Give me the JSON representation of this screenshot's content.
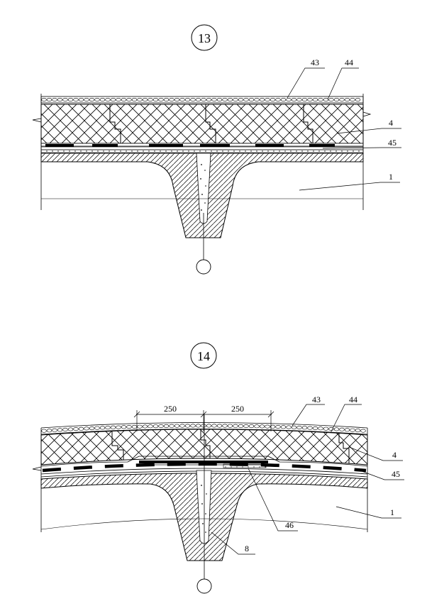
{
  "diagram": {
    "detail_13": {
      "number": "13",
      "labels": {
        "l43": "43",
        "l44": "44",
        "l4": "4",
        "l45": "45",
        "l1": "1"
      }
    },
    "detail_14": {
      "number": "14",
      "labels": {
        "l43": "43",
        "l44": "44",
        "l4": "4",
        "l45": "45",
        "l1": "1",
        "l46": "46",
        "l8": "8"
      },
      "dims": [
        "250",
        "250"
      ]
    },
    "colors": {
      "ink": "#000000",
      "background": "#ffffff"
    }
  }
}
